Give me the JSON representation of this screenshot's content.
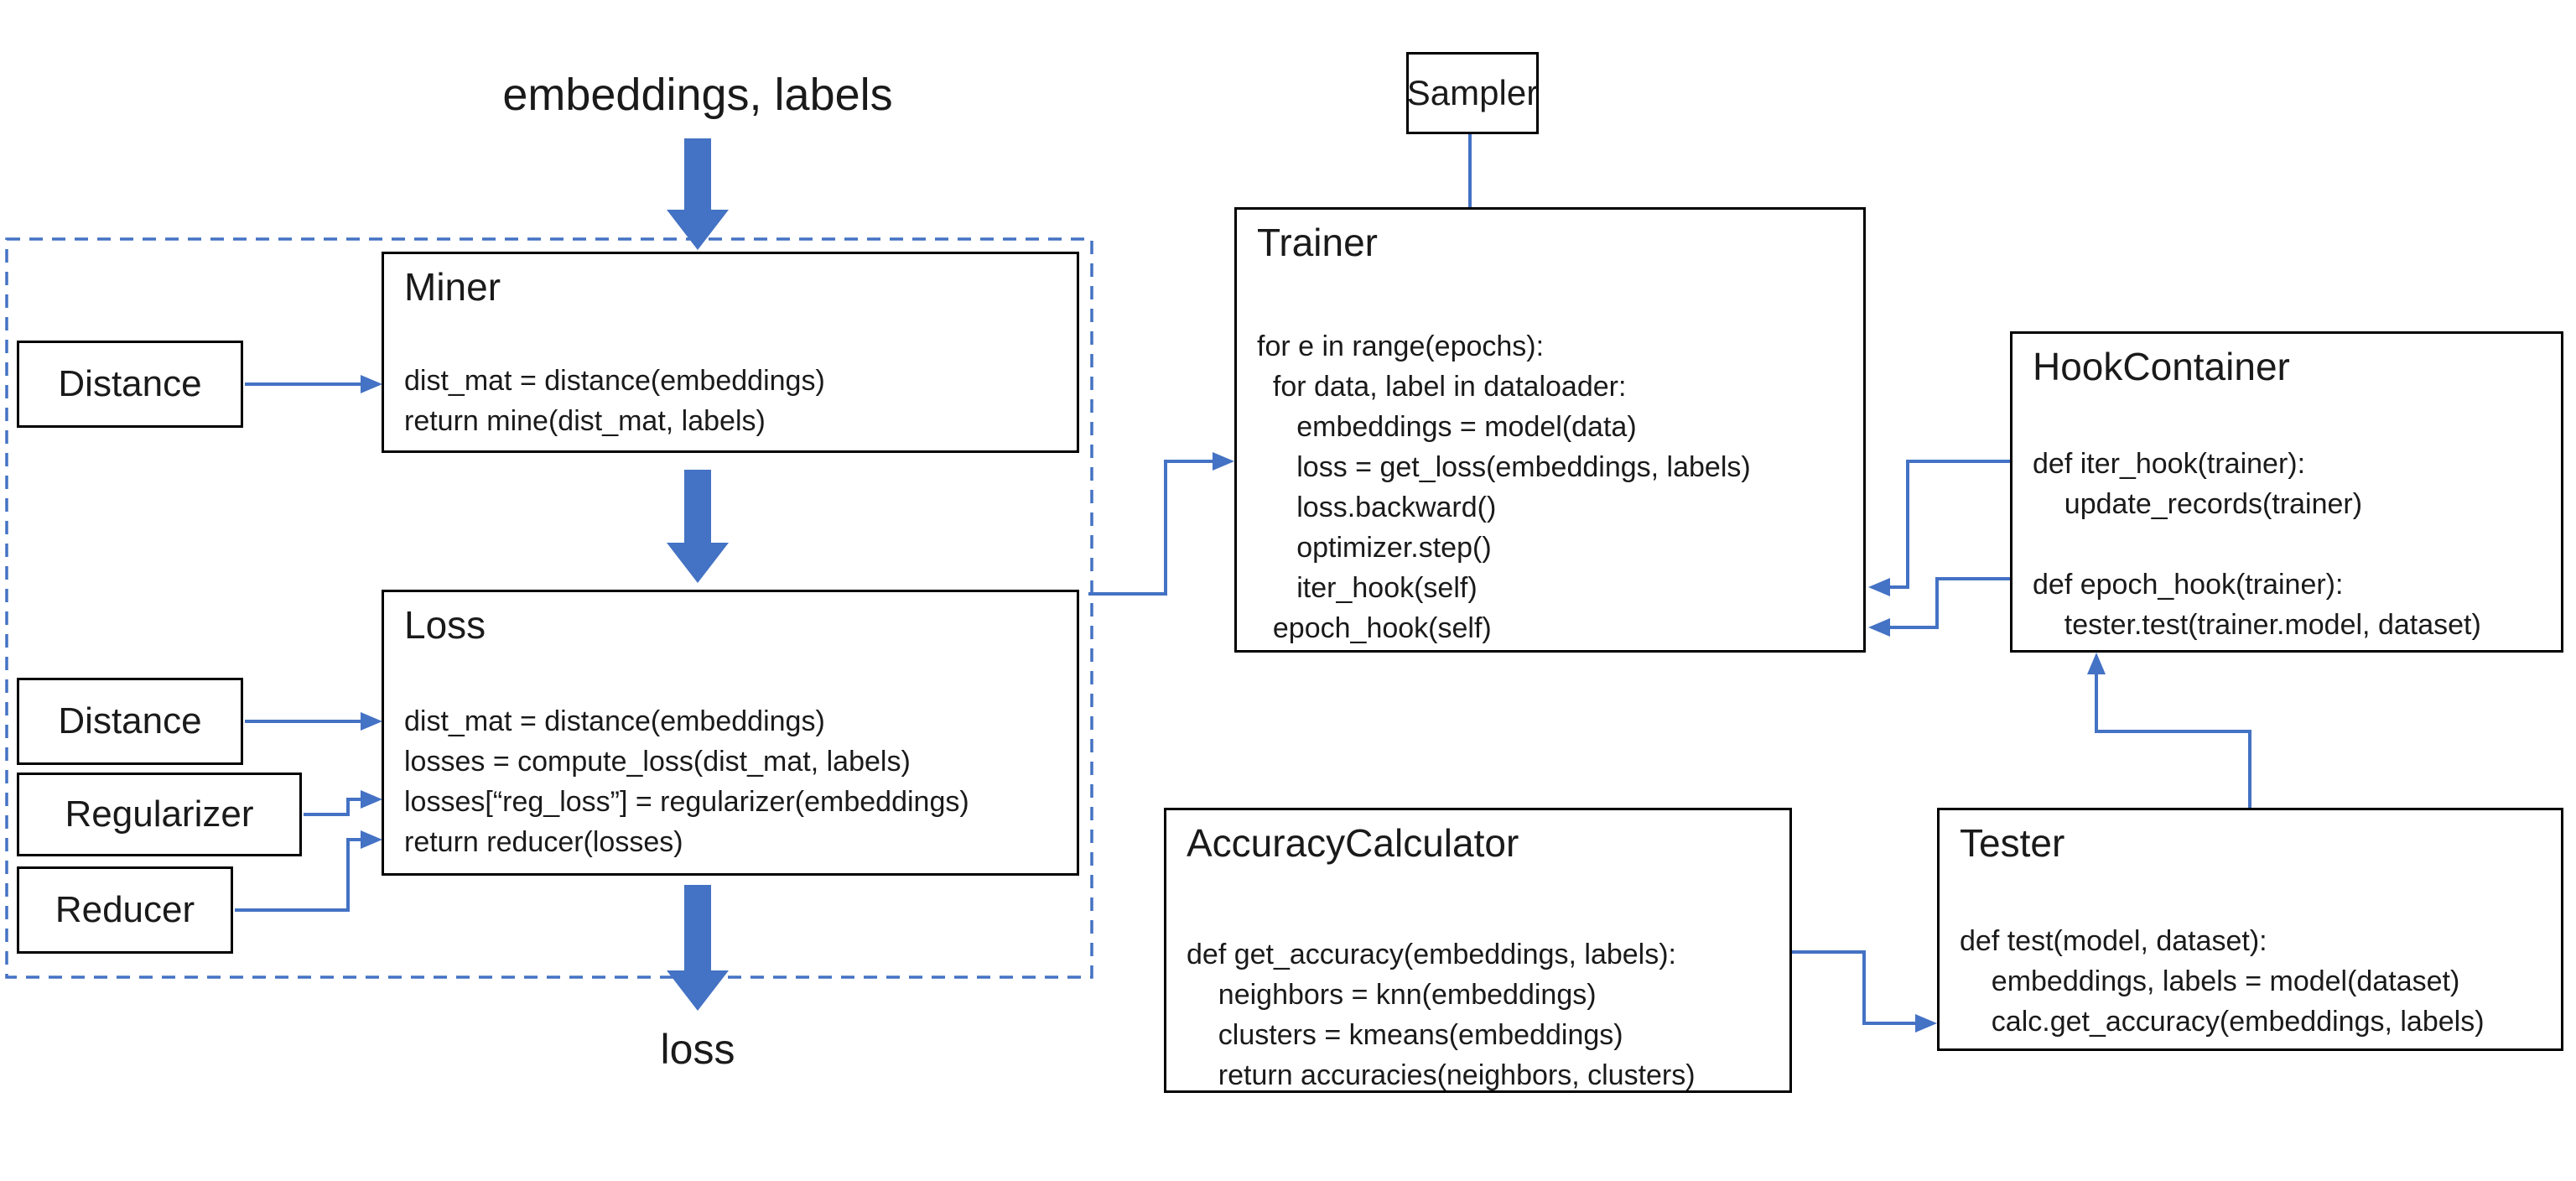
{
  "colors": {
    "accent_blue": "#4472C4",
    "box_border": "#000000",
    "background": "#ffffff"
  },
  "flow": {
    "input_label": "embeddings, labels",
    "output_label": "loss"
  },
  "components": {
    "distance_top": {
      "label": "Distance"
    },
    "distance_bottom": {
      "label": "Distance"
    },
    "regularizer": {
      "label": "Regularizer"
    },
    "reducer": {
      "label": "Reducer"
    },
    "sampler": {
      "label": "Sampler"
    },
    "miner": {
      "title": "Miner",
      "code": [
        "dist_mat = distance(embeddings)",
        "return mine(dist_mat, labels)"
      ]
    },
    "loss": {
      "title": "Loss",
      "code": [
        "dist_mat = distance(embeddings)",
        "losses = compute_loss(dist_mat, labels)",
        "losses[“reg_loss”] = regularizer(embeddings)",
        "return reducer(losses)"
      ]
    },
    "trainer": {
      "title": "Trainer",
      "code": [
        "for e in range(epochs):",
        "  for data, label in dataloader:",
        "     embeddings = model(data)",
        "     loss = get_loss(embeddings, labels)",
        "     loss.backward()",
        "     optimizer.step()",
        "     iter_hook(self)",
        "  epoch_hook(self)"
      ]
    },
    "hook_container": {
      "title": "HookContainer",
      "code": [
        "def iter_hook(trainer):",
        "    update_records(trainer)",
        "",
        "def epoch_hook(trainer):",
        "    tester.test(trainer.model, dataset)"
      ]
    },
    "tester": {
      "title": "Tester",
      "code": [
        "def test(model, dataset):",
        "    embeddings, labels = model(dataset)",
        "    calc.get_accuracy(embeddings, labels)"
      ]
    },
    "accuracy_calculator": {
      "title": "AccuracyCalculator",
      "code": [
        "def get_accuracy(embeddings, labels):",
        "    neighbors = knn(embeddings)",
        "    clusters = kmeans(embeddings)",
        "    return accuracies(neighbors, clusters)"
      ]
    }
  }
}
